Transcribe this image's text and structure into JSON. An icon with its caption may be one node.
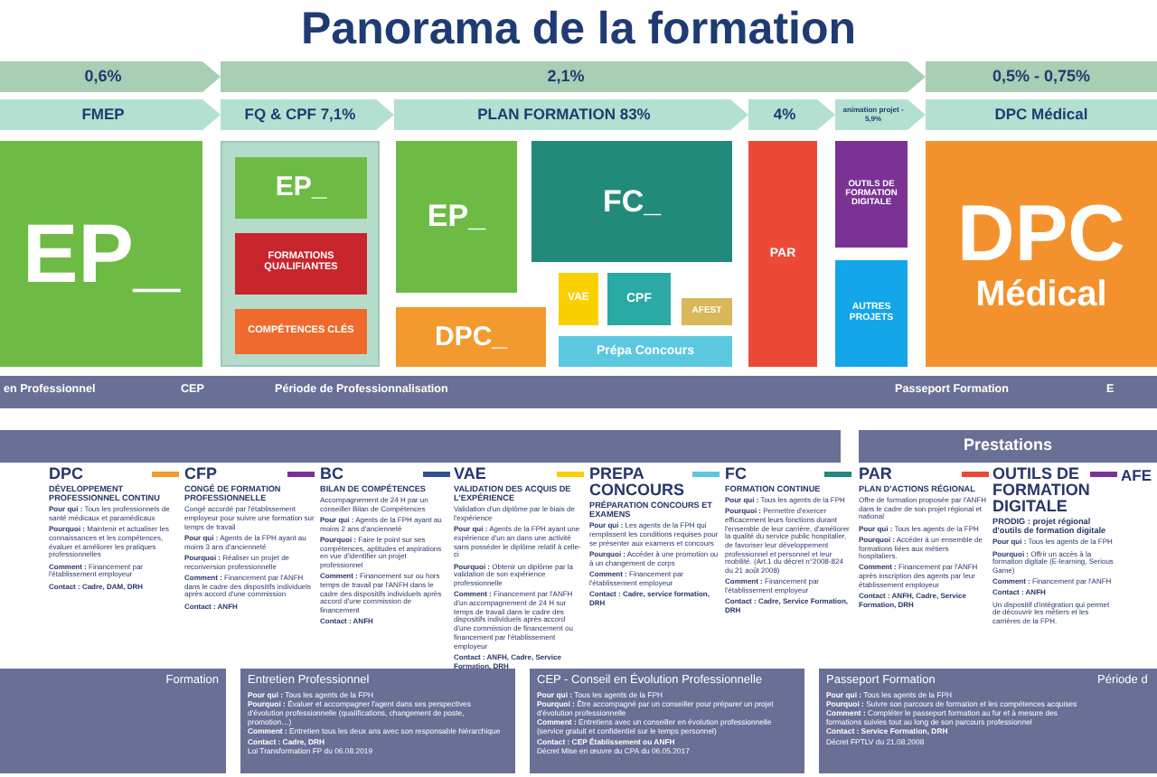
{
  "diagram": {
    "title": "Panorama de la formation",
    "nodes": [
      {
        "text": [
          "0,6%"
        ]
      },
      {
        "text": [
          "2,1%"
        ]
      },
      {
        "text": [
          "0,5% - 0,75%"
        ]
      },
      {
        "text": [
          "FMEP"
        ]
      },
      {
        "text": [
          "FQ & CPF 7,1%"
        ]
      },
      {
        "text": [
          "PLAN FORMATION 83%"
        ]
      },
      {
        "text": [
          "4%"
        ]
      },
      {
        "text": [
          "animation projet - 5,9%"
        ]
      },
      {
        "text": [
          "DPC Médical"
        ]
      },
      {
        "text": [
          "EP_"
        ]
      },
      {
        "text": [],
        "shape": "box"
      },
      {
        "text": [
          "EP_"
        ],
        "in": 10
      },
      {
        "text": [
          "FORMATIONS QUALIFIANTES"
        ],
        "in": 10
      },
      {
        "text": [
          "COMPÉTENCES CLÉS"
        ],
        "in": 10
      },
      {
        "text": [
          "EP_"
        ]
      },
      {
        "text": [
          "DPC_"
        ]
      },
      {
        "text": [
          "FC_"
        ]
      },
      {
        "text": [
          "VAE"
        ]
      },
      {
        "text": [
          "CPF"
        ]
      },
      {
        "text": [
          "AFEST"
        ]
      },
      {
        "text": [
          "Prépa Concours"
        ]
      },
      {
        "text": [
          "PAR"
        ]
      },
      {
        "text": [
          "OUTILS DE FORMATION DIGITALE"
        ]
      },
      {
        "text": [
          "AUTRES PROJETS"
        ]
      },
      {
        "text": [
          "DPC",
          "Médical"
        ]
      },
      {
        "text": [
          "en Professionnel",
          "CEP",
          "Période de Professionnalisation",
          "Passeport Formation",
          "E"
        ]
      },
      {
        "text": [],
        "shape": "bar"
      },
      {
        "text": [
          "Prestations"
        ]
      },
      {
        "text": [
          "Formation"
        ]
      },
      {
        "text": [
          "Entretien Professionnel",
          "**Pour qui :** Tous les agents de la FPH",
          "**Pourquoi :** Évaluer et accompagner l'agent dans ses perspectives d'évolution professionnelle (qualifications, changement de poste, promotion…)",
          "**Comment :** Entretien tous les deux ans avec son responsable hiérarchique",
          "**Contact : Cadre, DRH**",
          "Loi Transformation FP du 06.08.2019"
        ]
      },
      {
        "text": [
          "CEP - Conseil en Évolution Professionnelle",
          "**Pour qui :** Tous les agents de la FPH",
          "**Pourquoi :** Être accompagné par un conseiller pour préparer un projet d'évolution professionnelle",
          "**Comment :** Entretiens avec un conseiller en évolution professionnelle (service gratuit et confidentiel sur le temps personnel)",
          "**Contact : CEP Établissement ou ANFH**",
          "Décret Mise en œuvre du CPA du 06.05.2017"
        ]
      },
      {
        "text": [
          "Passeport Formation",
          "**Pour qui :** Tous les agents de la FPH",
          "**Pourquoi :** Suivre son parcours de formation et les compétences acquises",
          "**Comment :** Compléter le passeport formation au fur et à mesure des formations suivies tout au long de son parcours professionnel",
          "**Contact : Service Formation, DRH**",
          "Décret FPTLV du 21.08.2008"
        ]
      },
      {
        "text": [
          "Période d"
        ]
      }
    ],
    "edges": [],
    "labels": [
      "DÉVELOPPEMENT PROFESSIONNEL CONTINU",
      "**Pour qui :** Tous les professionnels de santé médicaux et paramédicaux",
      "**Pourquoi :** Maintenir et actualiser les connaissances et les compétences, évaluer et améliorer les pratiques professionnelles",
      "**Comment :** Financement par l'établissement employeur",
      "**Contact : Cadre, DAM, DRH**",
      "CONGÉ DE FORMATION PROFESSIONNELLE",
      "Congé accordé par l'établissement employeur pour suivre une formation sur temps de travail",
      "**Pour qui :** Agents de la FPH ayant au moins 3 ans d'ancienneté",
      "**Pourquoi :** Réaliser un projet de reconversion professionnelle",
      "**Comment :** Financement par l'ANFH dans le cadre des dispositifs individuels après accord d'une commission",
      "**Contact : ANFH**",
      "BILAN DE COMPÉTENCES",
      "Accompagnement de 24 H par un conseiller Bilan de Compétences",
      "**Pour qui :** Agents de la FPH ayant au moins 2 ans d'ancienneté",
      "**Pourquoi :** Faire le point sur ses compétences, aptitudes et aspirations en vue d'identifier un projet professionnel",
      "**Comment :** Financement sur ou hors temps de travail par l'ANFH dans le cadre des dispositifs individuels après accord d'une commission de financement",
      "**Contact : ANFH**",
      "VALIDATION DES ACQUIS DE L'EXPÉRIENCE",
      "Validation d'un diplôme par le biais de l'expérience",
      "**Pour qui :** Agents de la FPH ayant une expérience d'un an dans une activité sans posséder le diplôme relatif à celle-ci",
      "**Pourquoi :** Obtenir un diplôme par la validation de son expérience professionnelle",
      "**Comment :** Financement par l'ANFH d'un accompagnement de 24 H sur temps de travail dans le cadre des dispositifs individuels après accord d'une commission de financement ou financement par l'établissement employeur",
      "**Contact : ANFH, Cadre, Service Formation, DRH**",
      "PRÉPARATION CONCOURS ET EXAMENS",
      "**Pour qui :** Les agents de la FPH qui remplissent les conditions requises pour se présenter aux examens et concours",
      "**Pourquoi :** Accéder à une promotion ou à un changement de corps",
      "**Comment :** Financement par l'établissement employeur",
      "**Contact : Cadre, service formation, DRH**",
      "FORMATION CONTINUE",
      "**Pour qui :** Tous les agents de la FPH",
      "**Pourquoi :** Permettre d'exercer efficacement leurs fonctions durant l'ensemble de leur carrière, d'améliorer la qualité du service public hospitalier, de favoriser leur développement professionnel et personnel et leur mobilité. (Art.1 du décret n°2008-824 du 21 août 2008)",
      "**Comment :** Financement par l'établissement employeur",
      "**Contact : Cadre, Service Formation, DRH**",
      "PLAN D'ACTIONS RÉGIONAL",
      "Offre de formation proposée par l'ANFH dans le cadre de son projet régional et national",
      "**Pour qui :** Tous les agents de la FPH",
      "**Pourquoi :** Accéder à un ensemble de formations liées aux métiers hospitaliers.",
      "**Comment :** Financement par l'ANFH après inscription des agents par leur établissement employeur",
      "**Contact : ANFH, Cadre, Service Formation, DRH**",
      "PRODIG : projet régional d'outils de formation digitale",
      "**Pour qui :** Tous les agents de la FPH",
      "**Pourquoi :** Offrir un accès à la formation digitale (E-learning, Serious Game)",
      "**Comment :** Financement par l'ANFH",
      "**Contact : ANFH**",
      "Un dispositif d'intégration qui permet de découvrir les métiers et les carrières de la FPH.",
      "AFE"
    ],
    "legend": [
      {
        "text": "DPC",
        "color": "#f39a2e"
      },
      {
        "text": "CFP",
        "color": "#7b3294"
      },
      {
        "text": "BC",
        "color": "#34508f"
      },
      {
        "text": "VAE",
        "color": "#f9d100"
      },
      {
        "text": "PREPA CONCOURS",
        "color": "#5bc8e0"
      },
      {
        "text": "FC",
        "color": "#218a7a"
      },
      {
        "text": "PAR",
        "color": "#ec4a36"
      },
      {
        "text": "OUTILS DE FORMATION DIGITALE",
        "color": "#7b3294"
      }
    ]
  }
}
